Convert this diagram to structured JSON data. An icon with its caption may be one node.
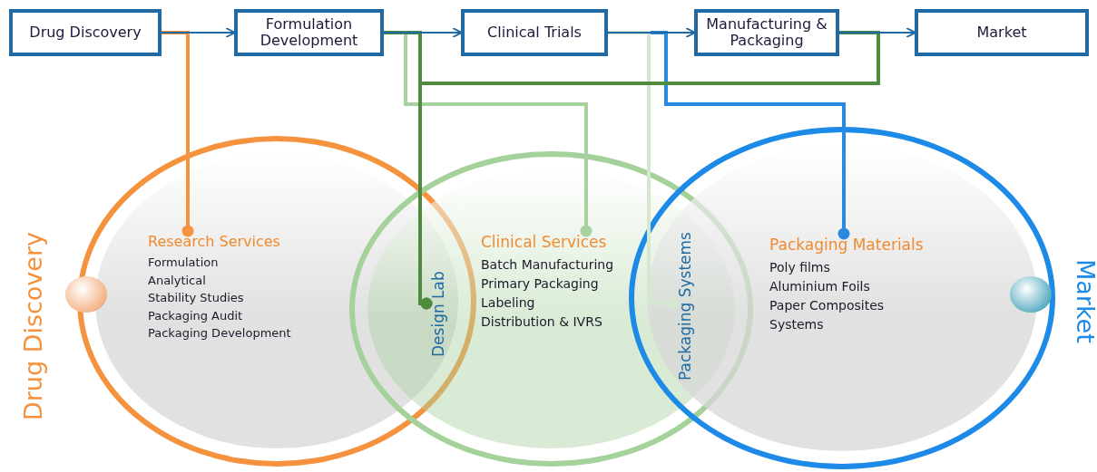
{
  "diagram": {
    "nodes": [
      {
        "text": [
          "Drug Discovery"
        ]
      },
      {
        "text": [
          "Formulation Development"
        ]
      },
      {
        "text": [
          "Clinical Trials"
        ]
      },
      {
        "text": [
          "Manufacturing & Packaging"
        ]
      },
      {
        "text": [
          "Market"
        ]
      },
      {
        "text": [
          "Drug Discovery"
        ]
      },
      {
        "text": [
          "Research Services",
          "Formulation",
          "Analytical",
          "Stability Studies",
          "Packaging Audit",
          "Packaging Development"
        ],
        "in": 5
      },
      {
        "text": [],
        "shape": "circle"
      },
      {
        "text": [
          "Design Lab"
        ]
      },
      {
        "text": [
          "Clinical Services",
          "Batch Manufacturing",
          "Primary Packaging",
          "Labeling",
          "Distribution & IVRS"
        ],
        "in": 7
      },
      {
        "text": [
          "Packaging Systems"
        ]
      },
      {
        "text": [
          "Market"
        ]
      },
      {
        "text": [
          "Packaging Materials",
          "Poly films",
          "Aluminium Foils",
          "Paper Composites",
          "Systems"
        ],
        "in": 11
      }
    ],
    "edges": [
      {
        "from": 0,
        "to": 1,
        "arrow": "to"
      },
      {
        "from": 1,
        "to": 2,
        "arrow": "to"
      },
      {
        "from": 2,
        "to": 3,
        "arrow": "to"
      },
      {
        "from": 3,
        "to": 4,
        "arrow": "to"
      },
      {
        "from": 0,
        "to": 6,
        "arrow": "other",
        "color": "#f5923e"
      },
      {
        "from": 1,
        "to": 8,
        "arrow": "other",
        "color": "#4e8b3f"
      },
      {
        "from": 3,
        "to": 8,
        "arrow": "other",
        "color": "#4e8b3f"
      },
      {
        "from": 1,
        "to": 9,
        "arrow": "other",
        "color": "#a8d1a0"
      },
      {
        "from": 2,
        "to": 10,
        "arrow": "other",
        "color": "#d3e8cf"
      },
      {
        "from": 2,
        "to": 12,
        "arrow": "other",
        "color": "#2a8ae0"
      }
    ]
  }
}
